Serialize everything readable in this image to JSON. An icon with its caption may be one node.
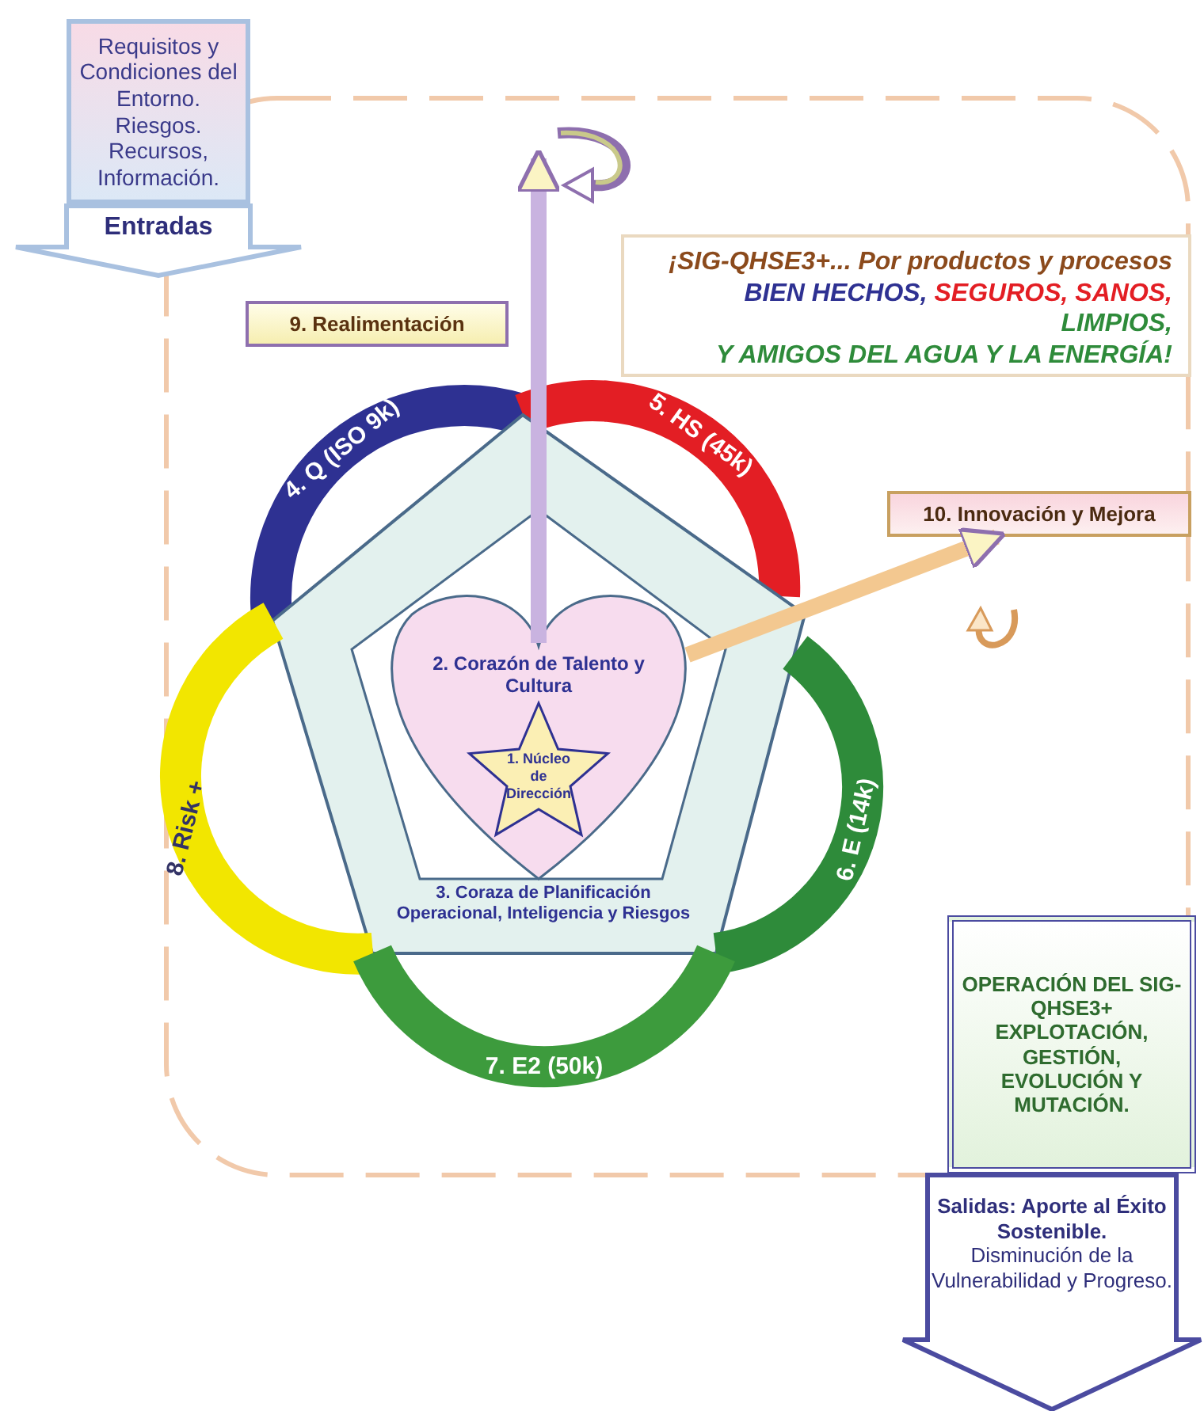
{
  "diagram": {
    "nodes": [
      {
        "text": [
          "Requisitos y Condiciones del Entorno. Riesgos. Recursos, Información."
        ]
      },
      {
        "text": [
          "Entradas"
        ]
      },
      {
        "text": [
          "9. Realimentación"
        ]
      },
      {
        "text": [
          "¡SIG-QHSE3+... Por productos y procesos",
          "BIEN HECHOS,",
          "SEGUROS, SANOS,",
          "LIMPIOS,",
          "Y AMIGOS DEL AGUA Y LA ENERGÍA!"
        ]
      },
      {
        "text": [
          "4. Q (ISO 9k)"
        ]
      },
      {
        "text": [
          "5. HS (45k)"
        ]
      },
      {
        "text": [
          "10. Innovación y Mejora"
        ]
      },
      {
        "text": [
          "3. Coraza de Planificación Operacional, Inteligencia y Riesgos"
        ]
      },
      {
        "text": [
          "2. Corazón de Talento y Cultura"
        ],
        "in": 7
      },
      {
        "text": [
          "1. Núcleo de Dirección"
        ],
        "in": 8
      },
      {
        "text": [
          "8. Risk +"
        ]
      },
      {
        "text": [
          "6. E (14k)"
        ]
      },
      {
        "text": [
          "7. E2 (50k)"
        ]
      },
      {
        "text": [
          "OPERACIÓN DEL SIG-QHSE3+ EXPLOTACIÓN, GESTIÓN, EVOLUCIÓN Y MUTACIÓN."
        ]
      },
      {
        "text": [
          "Salidas: Aporte al Éxito Sostenible.",
          "Disminución de la Vulnerabilidad y Progreso."
        ]
      }
    ],
    "edges": [
      {
        "from": 8,
        "to": null,
        "arrow": "to"
      },
      {
        "from": 8,
        "to": 6,
        "arrow": "to"
      }
    ]
  }
}
